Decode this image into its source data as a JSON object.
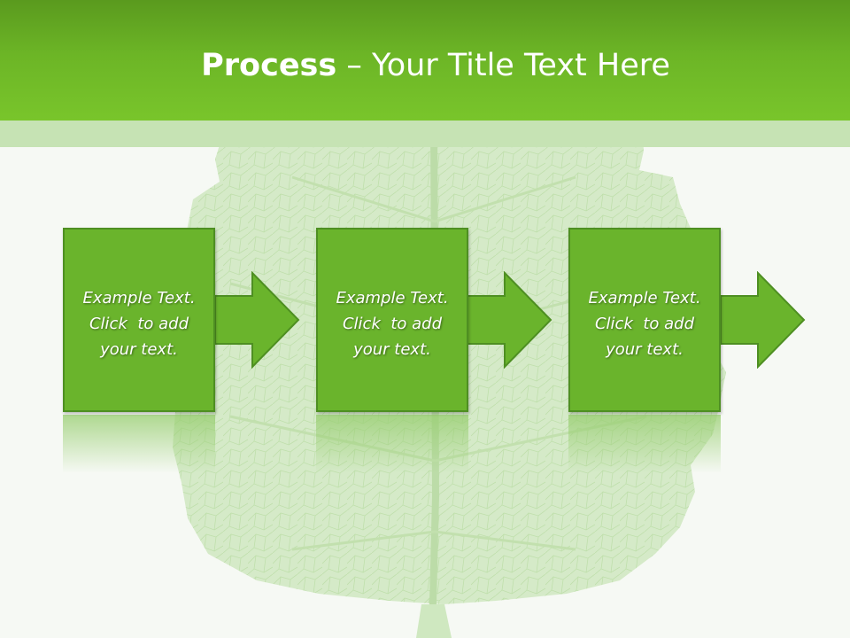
{
  "slide": {
    "title_bold": "Process",
    "title_rest": "– Your Title Text Here"
  },
  "steps": [
    {
      "text": "Example Text.\nClick  to add\nyour text."
    },
    {
      "text": "Example Text.\nClick  to add\nyour text."
    },
    {
      "text": "Example Text.\nClick  to add\nyour text."
    }
  ],
  "colors": {
    "header": "#6cb526",
    "box_fill": "#6ab42c",
    "box_border": "#4e8f22",
    "text": "#ffffff"
  }
}
